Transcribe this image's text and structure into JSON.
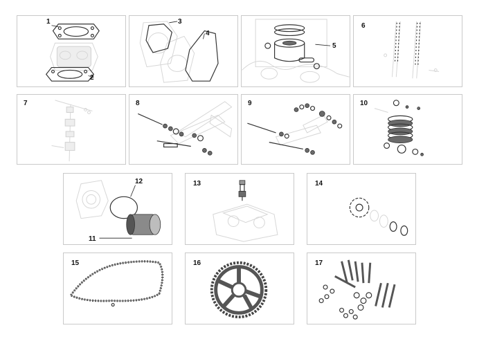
{
  "panels": [
    {
      "id": "p1",
      "labels": [
        "1",
        "2"
      ]
    },
    {
      "id": "p2",
      "labels": [
        "3",
        "4"
      ]
    },
    {
      "id": "p3",
      "labels": [
        "5"
      ]
    },
    {
      "id": "p4",
      "labels": [
        "6"
      ]
    },
    {
      "id": "p5",
      "labels": [
        "7"
      ]
    },
    {
      "id": "p6",
      "labels": [
        "8"
      ]
    },
    {
      "id": "p7",
      "labels": [
        "9"
      ]
    },
    {
      "id": "p8",
      "labels": [
        "10"
      ]
    },
    {
      "id": "p9",
      "labels": [
        "12",
        "11"
      ]
    },
    {
      "id": "p10",
      "labels": [
        "13"
      ]
    },
    {
      "id": "p11",
      "labels": [
        "14"
      ]
    },
    {
      "id": "p12",
      "labels": [
        "15"
      ]
    },
    {
      "id": "p13",
      "labels": [
        "16"
      ]
    },
    {
      "id": "p14",
      "labels": [
        "17"
      ]
    }
  ]
}
